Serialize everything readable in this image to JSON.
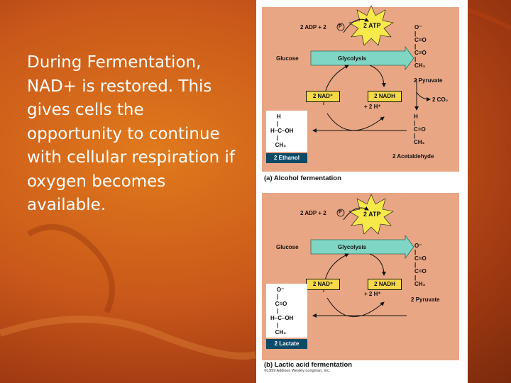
{
  "slide": {
    "body_text": "During Fermentation, NAD+ is restored. This gives cells the opportunity to continue with cellular respiration if oxygen becomes available."
  },
  "colors": {
    "background": "#c9581a",
    "panel": "#e9a684",
    "arrow_band": "#7fd6c4",
    "star": "#f7e94a",
    "coenzyme_box": "#f6d84a",
    "product_label": "#0d4a68"
  },
  "diagram": {
    "panels": [
      {
        "caption": "(a) Alcohol fermentation",
        "adp": "2 ADP + 2",
        "pi": "P",
        "atp": "2 ATP",
        "glucose": "Glucose",
        "glycolysis": "Glycolysis",
        "pyruvate": "2 Pyruvate",
        "nad": "2 NAD⁺",
        "nadh": "2 NADH",
        "h": "+ 2 H⁺",
        "co2": "2 CO₂",
        "intermediate": "2 Acetaldehyde",
        "product": "2 Ethanol"
      },
      {
        "caption": "(b) Lactic acid fermentation",
        "adp": "2 ADP + 2",
        "pi": "P",
        "atp": "2 ATP",
        "glucose": "Glucose",
        "glycolysis": "Glycolysis",
        "pyruvate": "2 Pyruvate",
        "nad": "2 NAD⁺",
        "nadh": "2 NADH",
        "h": "+ 2 H⁺",
        "product": "2 Lactate"
      }
    ],
    "credit": "©1999 Addison Wesley Longman, Inc."
  }
}
